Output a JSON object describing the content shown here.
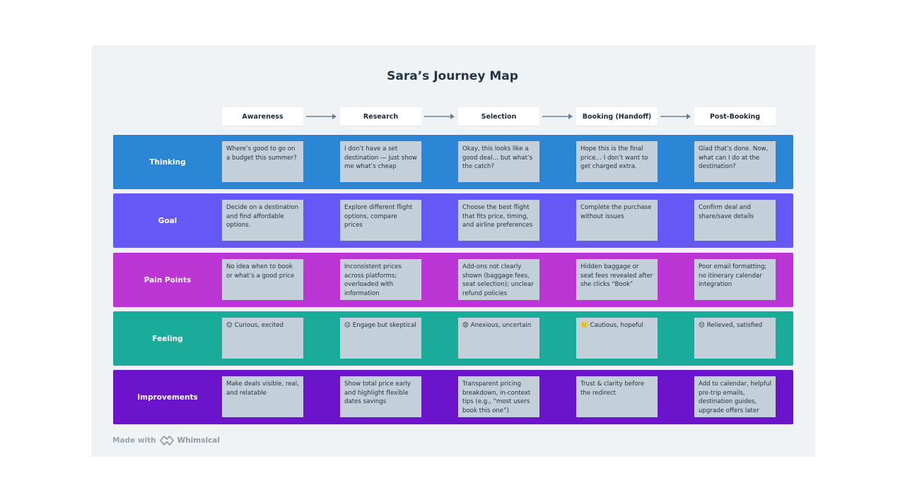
{
  "title": "Sara’s Journey Map",
  "stages": [
    "Awareness",
    "Research",
    "Selection",
    "Booking (Handoff)",
    "Post-Booking"
  ],
  "rows": [
    {
      "label": "Thinking",
      "color": "#2c86d6",
      "cells": [
        {
          "text": "Where’s good to go on a budget this summer?"
        },
        {
          "text": "I don’t have a set destination — just show me what’s cheap"
        },
        {
          "text": "Okay, this looks like a good deal… but what’s the catch?"
        },
        {
          "text": "Hope this is the final price… I don’t want to get charged extra."
        },
        {
          "text": "Glad that’s done. Now, what can I do at the destination?"
        }
      ]
    },
    {
      "label": "Goal",
      "color": "#6658f5",
      "cells": [
        {
          "text": "Decide on a destination and find affordable options."
        },
        {
          "text": "Explore different flight options, compare prices"
        },
        {
          "text": "Choose the best flight that fits price, timing, and airline preferences"
        },
        {
          "text": "Complete the purchase without issues"
        },
        {
          "text": "Confirm deal and share/save details"
        }
      ]
    },
    {
      "label": "Pain Points",
      "color": "#bb35d4",
      "cells": [
        {
          "text": "No idea when to book or what’s a good price"
        },
        {
          "text": "Inconsistent prices across platforms; overloaded with information"
        },
        {
          "text": "Add-ons not clearly shown (baggage fees, seat selection); unclear refund policies"
        },
        {
          "text": "Hidden baggage or seat fees revealed after she clicks “Book”"
        },
        {
          "text": "Poor email formatting; no itinerary calendar integration"
        }
      ]
    },
    {
      "label": "Feeling",
      "color": "#1aab9b",
      "cells": [
        {
          "emoji": "😊",
          "text": "Curious, excited"
        },
        {
          "emoji": "😐",
          "text": "Engage but skeptical"
        },
        {
          "emoji": "😟",
          "text": "Anexious, uncertain"
        },
        {
          "emoji": "🙂",
          "text": "Cautious, hopeful"
        },
        {
          "emoji": "😌",
          "text": "Relieved, satisfied"
        }
      ]
    },
    {
      "label": "Improvements",
      "color": "#6c14c9",
      "cells": [
        {
          "text": "Make deals visible, real, and relatable"
        },
        {
          "text": "Show total price early and highlight flexible dates savings"
        },
        {
          "text": "Transparent pricing breakdown, in-context tips (e.g., “most users book this one”)"
        },
        {
          "text": "Trust & clarity before the redirect"
        },
        {
          "text": "Add to calendar, helpful pre-trip emails, destination guides, upgrade offers later"
        }
      ]
    }
  ],
  "footer": {
    "prefix": "Made with",
    "brand": "Whimsical",
    "icon": "whimsical-logo-icon"
  }
}
